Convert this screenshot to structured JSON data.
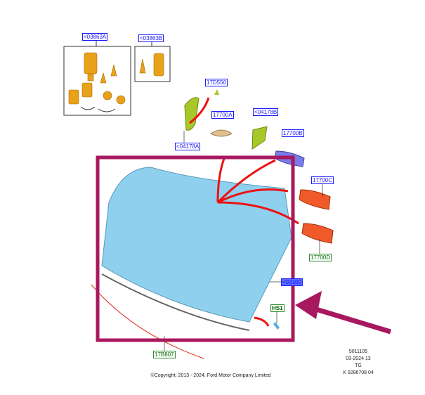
{
  "callouts": {
    "c03863A": "<03863A",
    "c03863B": "<03863B",
    "c17D550": "17D550",
    "c17700A": "17700A",
    "c04178B": "<04178B",
    "c04178A": "<04178A",
    "c17700B": "17700B",
    "c17700C": "17700C",
    "c17700D": "17700D",
    "c03100": "<03100",
    "cHS1": "HS1",
    "c17B807": "17B807"
  },
  "info_block": [
    "5011105",
    "03-2024 13",
    "TG",
    "K 0286708 04"
  ],
  "copyright": "©Copyright, 2013 - 2024, Ford Motor Company Limited",
  "colors": {
    "highlight": "#a8185e",
    "arrow": "#ee1111",
    "glass": "#8fd0ef"
  }
}
